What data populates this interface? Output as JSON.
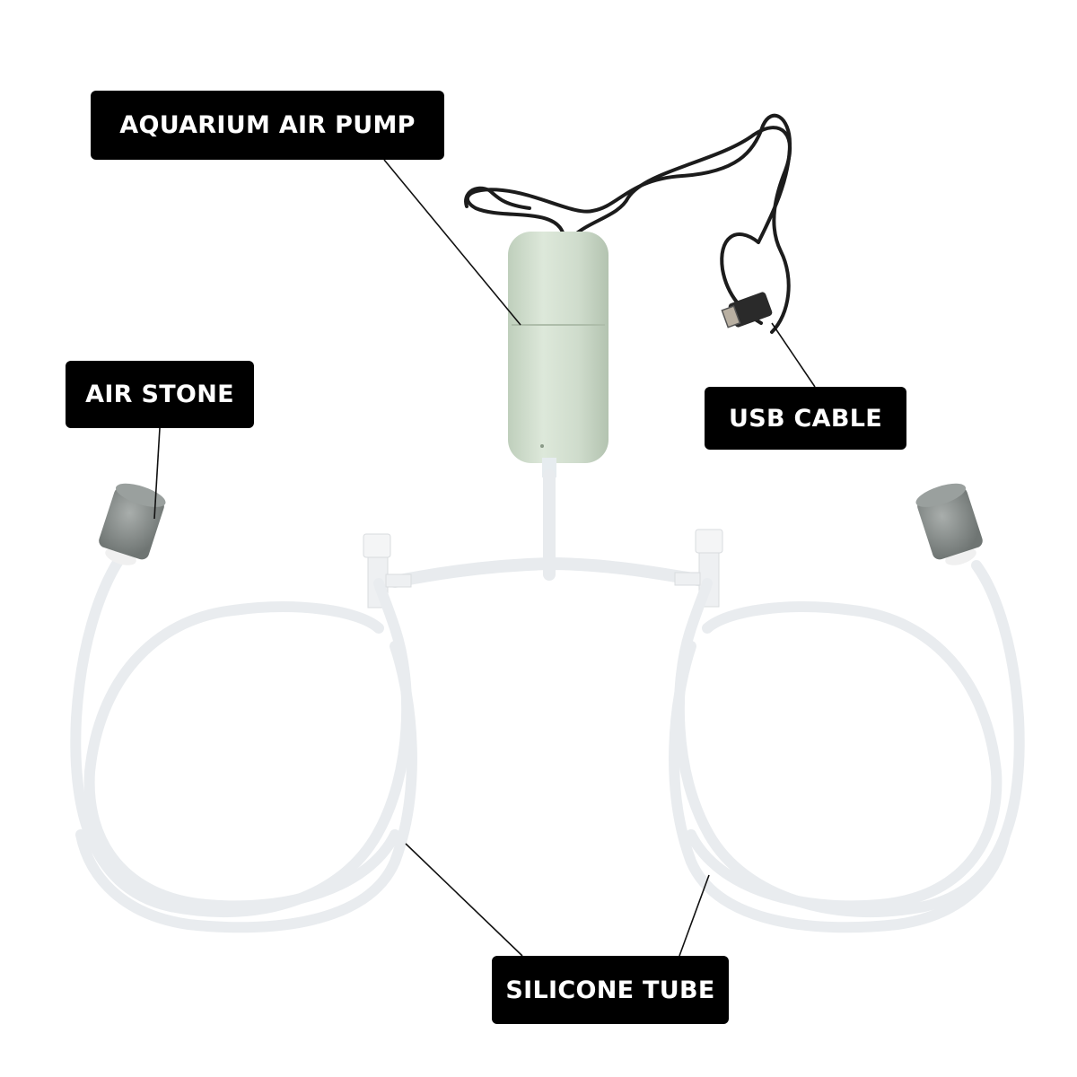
{
  "labels": {
    "air_pump": "AQUARIUM AIR PUMP",
    "air_stone": "AIR STONE",
    "usb_cable": "USB CABLE",
    "silicone_tube": "SILICONE TUBE"
  },
  "colors": {
    "label_bg": "#000000",
    "label_text": "#ffffff",
    "pump_body": "#d2dfcf",
    "cable": "#1a1a1a",
    "stone": "#8e9492",
    "tube": "#eef0f2"
  }
}
